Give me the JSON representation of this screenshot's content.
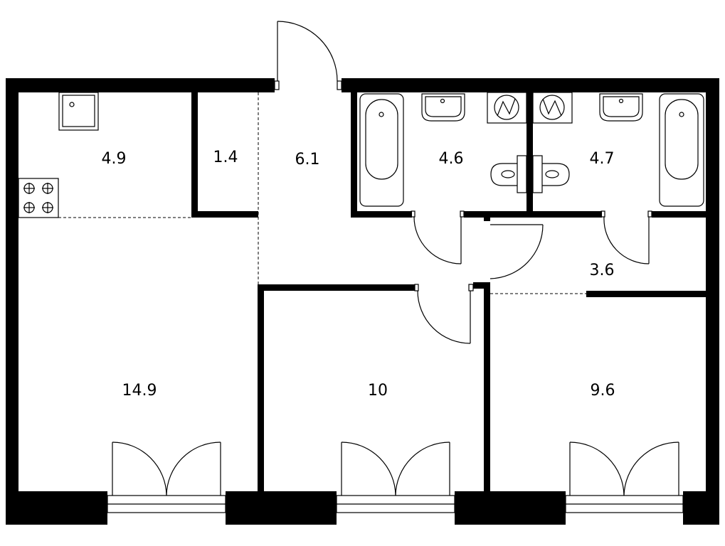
{
  "plan": {
    "rooms": [
      {
        "key": "kitchen",
        "area": "4.9"
      },
      {
        "key": "storage",
        "area": "1.4"
      },
      {
        "key": "hall",
        "area": "6.1"
      },
      {
        "key": "bath_1",
        "area": "4.6"
      },
      {
        "key": "bath_2",
        "area": "4.7"
      },
      {
        "key": "corridor",
        "area": "3.6"
      },
      {
        "key": "living",
        "area": "14.9"
      },
      {
        "key": "bedroom_1",
        "area": "10"
      },
      {
        "key": "bedroom_2",
        "area": "9.6"
      }
    ]
  }
}
